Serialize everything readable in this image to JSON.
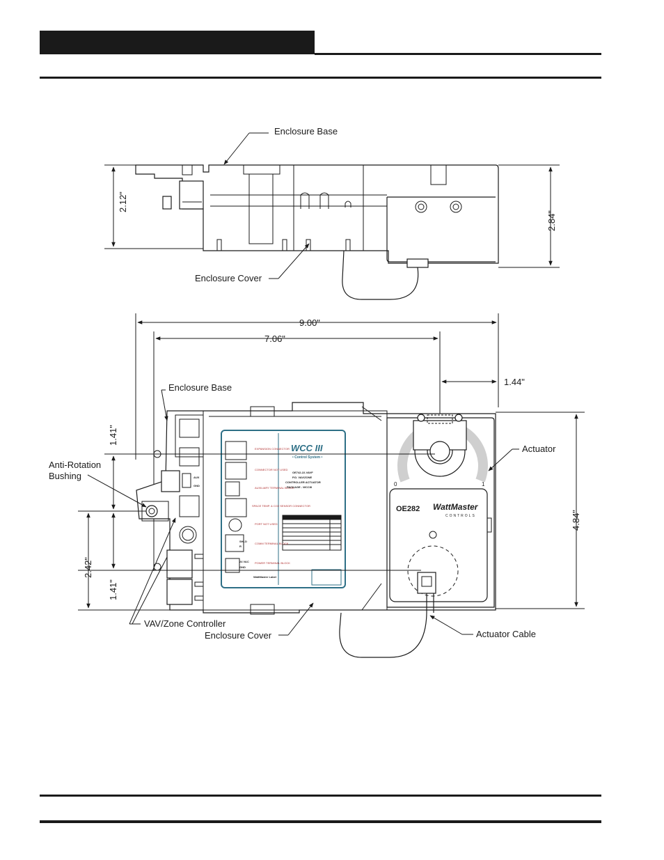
{
  "labels": {
    "enclosure_base_top": "Enclosure Base",
    "enclosure_cover_top": "Enclosure Cover",
    "enclosure_base_front": "Enclosure Base",
    "anti_rotation_line1": "Anti-Rotation",
    "anti_rotation_line2": "Bushing",
    "actuator": "Actuator",
    "vav_zone_controller": "VAV/Zone Controller",
    "enclosure_cover_front": "Enclosure Cover",
    "actuator_cable": "Actuator Cable"
  },
  "dimensions": {
    "height_side_left": "2.12\"",
    "height_side_right": "2.84\"",
    "overall_width": "9.00\"",
    "width_to_shaft": "7.06\"",
    "shaft_offset": "1.44\"",
    "upper_spacing": "1.41\"",
    "lower_spacing": "1.41\"",
    "bushing_offset": "2.42\"",
    "height_front": "4.84\""
  },
  "board_label": {
    "rows": [
      {
        "text": "EXPANSION CONNECTOR"
      },
      {
        "text": "CONNECTOR NOT USED"
      },
      {
        "text": "AUXILIARY TERMINAL BLOCK"
      },
      {
        "text": "SPACE TEMP. & CO2 SENSOR CONNECTOR"
      },
      {
        "text": "PORT NOT USED"
      },
      {
        "text": "COMM TERMINAL BLOCK"
      },
      {
        "text": "POWER TERMINAL BLOCK"
      }
    ],
    "logo": "WCC III",
    "logo_sub": "• Control System •",
    "product_line1": "OE742-22-VAVF",
    "product_line2": "P.D. VAV/ZONE",
    "product_line3": "CONTROLLER ACTUATOR",
    "product_line4": "PACKAGE - WCCIII",
    "footer": "WattMaster Label"
  },
  "actuator_label": {
    "model": "OE282",
    "brand": "WattMaster",
    "brand_sub": "CONTROLS",
    "scale_min": "0",
    "scale_max": "1"
  },
  "port_labels": {
    "aux": "AUX",
    "gnd": "GND",
    "shld": "SHLD",
    "r": "R",
    "vac": "24 VAC",
    "gnd2": "GND"
  }
}
